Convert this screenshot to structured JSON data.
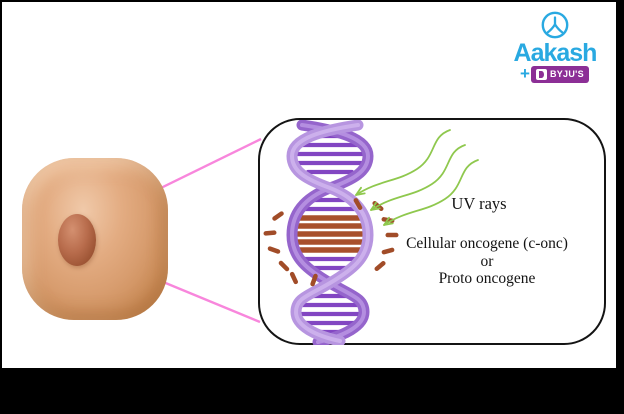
{
  "brand": {
    "name": "Aakash",
    "plus_sign": "+",
    "byjus": "BYJU'S"
  },
  "callout": {
    "uv_label": "UV rays",
    "oncogene_lines": [
      "Cellular oncogene (c-onc)",
      "or",
      "Proto oncogene"
    ]
  },
  "colors": {
    "brand_blue": "#29a9e1",
    "byjus_purple": "#8c2f96",
    "dna_strand_light": "#b795e0",
    "dna_strand_dark": "#9565cc",
    "dna_rung_purple": "#8246c2",
    "damaged_rung_brown": "#a8502c",
    "uv_arrow_green": "#8fc84e",
    "pointer_line_pink": "#f886dc",
    "cell_body_tan": "#dca27a",
    "nucleus_brown": "#b06748"
  }
}
